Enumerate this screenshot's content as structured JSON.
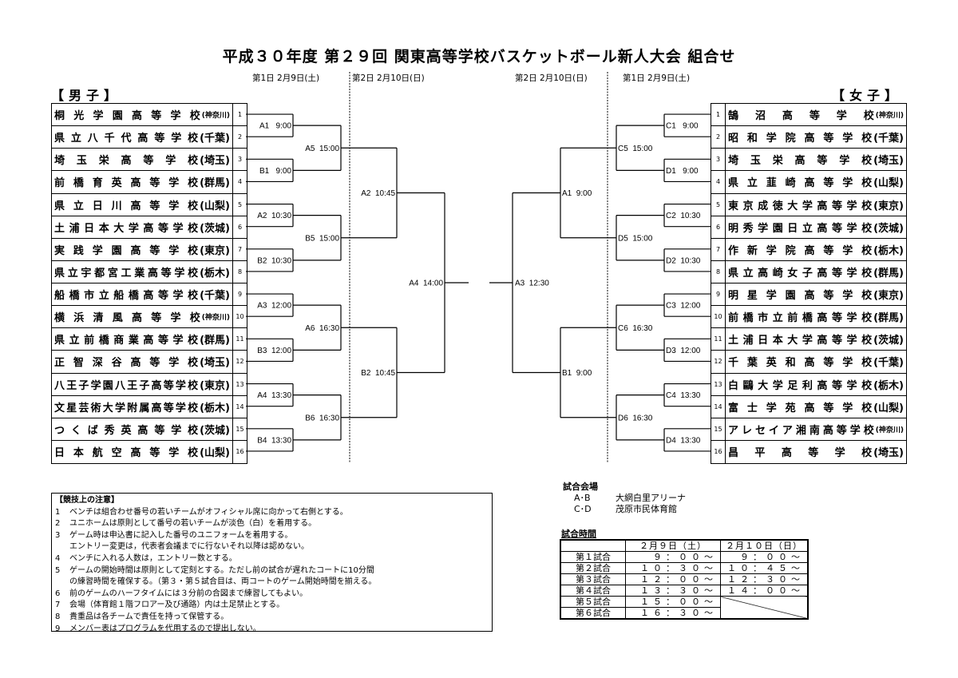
{
  "title": "平成３０年度 第２９回 関東高等学校バスケットボール新人大会 組合せ",
  "days": {
    "left_day1": "第1日  2月9日(土)",
    "left_day2": "第2日  2月10日(日)",
    "right_day2": "第2日  2月10日(日)",
    "right_day1": "第1日  2月9日(土)"
  },
  "boys": {
    "label": "【男子】",
    "teams": [
      {
        "no": "1",
        "name": "桐光学園高等学校",
        "pref": "(神奈川)"
      },
      {
        "no": "2",
        "name": "県立八千代高等学校",
        "pref": "(千葉)"
      },
      {
        "no": "3",
        "name": "埼玉栄高等学校",
        "pref": "(埼玉)"
      },
      {
        "no": "4",
        "name": "前橋育英高等学校",
        "pref": "(群馬)"
      },
      {
        "no": "5",
        "name": "県立日川高等学校",
        "pref": "(山梨)"
      },
      {
        "no": "6",
        "name": "土浦日本大学高等学校",
        "pref": "(茨城)"
      },
      {
        "no": "7",
        "name": "実践学園高等学校",
        "pref": "(東京)"
      },
      {
        "no": "8",
        "name": "県立宇都宮工業高等学校",
        "pref": "(栃木)"
      },
      {
        "no": "9",
        "name": "船橋市立船橋高等学校",
        "pref": "(千葉)"
      },
      {
        "no": "10",
        "name": "横浜清風高等学校",
        "pref": "(神奈川)"
      },
      {
        "no": "11",
        "name": "県立前橋商業高等学校",
        "pref": "(群馬)"
      },
      {
        "no": "12",
        "name": "正智深谷高等学校",
        "pref": "(埼玉)"
      },
      {
        "no": "13",
        "name": "八王子学園八王子高等学校",
        "pref": "(東京)"
      },
      {
        "no": "14",
        "name": "文星芸術大学附属高等学校",
        "pref": "(栃木)"
      },
      {
        "no": "15",
        "name": "つくば秀英高等学校",
        "pref": "(茨城)"
      },
      {
        "no": "16",
        "name": "日本航空高等学校",
        "pref": "(山梨)"
      }
    ],
    "rounds": [
      [
        "A1   9:00",
        "B1   9:00",
        "A2  10:30",
        "B2  10:30",
        "A3  12:00",
        "B3  12:00",
        "A4  13:30",
        "B4  13:30"
      ],
      [
        "A5  15:00",
        "B5  15:00",
        "A6  16:30",
        "B6  16:30"
      ],
      [
        "A2  10:45",
        "B2  10:45"
      ],
      [
        "A4  14:00"
      ]
    ]
  },
  "girls": {
    "label": "【女子】",
    "teams": [
      {
        "no": "1",
        "name": "鵠沼高等学校",
        "pref": "(神奈川)"
      },
      {
        "no": "2",
        "name": "昭和学院高等学校",
        "pref": "(千葉)"
      },
      {
        "no": "3",
        "name": "埼玉栄高等学校",
        "pref": "(埼玉)"
      },
      {
        "no": "4",
        "name": "県立韮崎高等学校",
        "pref": "(山梨)"
      },
      {
        "no": "5",
        "name": "東京成徳大学高等学校",
        "pref": "(東京)"
      },
      {
        "no": "6",
        "name": "明秀学園日立高等学校",
        "pref": "(茨城)"
      },
      {
        "no": "7",
        "name": "作新学院高等学校",
        "pref": "(栃木)"
      },
      {
        "no": "8",
        "name": "県立高崎女子高等学校",
        "pref": "(群馬)"
      },
      {
        "no": "9",
        "name": "明星学園高等学校",
        "pref": "(東京)"
      },
      {
        "no": "10",
        "name": "前橋市立前橋高等学校",
        "pref": "(群馬)"
      },
      {
        "no": "11",
        "name": "土浦日本大学高等学校",
        "pref": "(茨城)"
      },
      {
        "no": "12",
        "name": "千葉英和高等学校",
        "pref": "(千葉)"
      },
      {
        "no": "13",
        "name": "白鷗大学足利高等学校",
        "pref": "(栃木)"
      },
      {
        "no": "14",
        "name": "富士学苑高等学校",
        "pref": "(山梨)"
      },
      {
        "no": "15",
        "name": "アレセイア湘南高等学校",
        "pref": "(神奈川)"
      },
      {
        "no": "16",
        "name": "昌平高等学校",
        "pref": "(埼玉)"
      }
    ],
    "rounds": [
      [
        "C1   9:00",
        "D1   9:00",
        "C2  10:30",
        "D2  10:30",
        "C3  12:00",
        "D3  12:00",
        "C4  13:30",
        "D4  13:30"
      ],
      [
        "C5  15:00",
        "D5  15:00",
        "C6  16:30",
        "D6  16:30"
      ],
      [
        "A1  9:00",
        "B1  9:00"
      ],
      [
        "A3  12:30"
      ]
    ]
  },
  "notes": {
    "heading": "【競技上の注意】",
    "items": [
      {
        "num": "1",
        "text": "ベンチは組合わせ番号の若いチームがオフィシャル席に向かって右側とする。"
      },
      {
        "num": "2",
        "text": "ユニホームは原則として番号の若いチームが淡色（白）を着用する。"
      },
      {
        "num": "3",
        "text": "ゲーム時は申込書に記入した番号のユニフォームを着用する。"
      },
      {
        "num": "",
        "text": "エントリー変更は，代表者会議までに行ないそれ以降は認めない。"
      },
      {
        "num": "4",
        "text": "ベンチに入れる人数は，エントリー数とする。"
      },
      {
        "num": "5",
        "text": "ゲームの開始時間は原則として定刻とする。ただし前の試合が遅れたコートに10分間"
      },
      {
        "num": "",
        "text": "の練習時間を確保する。（第３・第５試合目は、両コートのゲーム開始時間を揃える。"
      },
      {
        "num": "6",
        "text": "前のゲームのハーフタイムには３分前の合図まで練習してもよい。"
      },
      {
        "num": "7",
        "text": "会場（体育館１階フロアー及び通路）内は土足禁止とする。"
      },
      {
        "num": "8",
        "text": "貴重品は各チームで責任を持って保管する。"
      },
      {
        "num": "9",
        "text": "メンバー表はプログラムを代用するので提出しない。"
      }
    ]
  },
  "venue": {
    "heading": "試合会場",
    "rows": [
      {
        "courts": "A･B",
        "place": "大網白里アリーナ"
      },
      {
        "courts": "C･D",
        "place": "茂原市民体育館"
      }
    ]
  },
  "schedule": {
    "heading": "試合時間",
    "headers": [
      "",
      "２月９日（土）",
      "２月１０日（日）"
    ],
    "rows": [
      [
        "第１試合",
        "９：００～",
        "９：００～"
      ],
      [
        "第２試合",
        "１０：３０～",
        "１０：４５～"
      ],
      [
        "第３試合",
        "１２：００～",
        "１２：３０～"
      ],
      [
        "第４試合",
        "１３：３０～",
        "１４：００～"
      ],
      [
        "第５試合",
        "１５：００～",
        ""
      ],
      [
        "第６試合",
        "１６：３０～",
        ""
      ]
    ]
  }
}
